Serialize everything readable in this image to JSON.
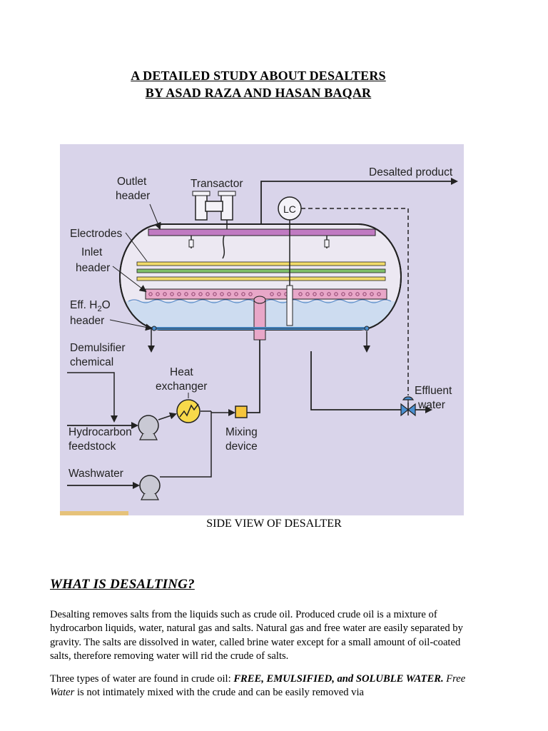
{
  "document": {
    "title_line1": "A DETAILED STUDY ABOUT DESALTERS",
    "title_line2": "BY ASAD RAZA AND HASAN BAQAR",
    "figure_caption": "SIDE VIEW OF DESALTER",
    "section_heading": "WHAT IS DESALTING?",
    "paragraph1": "Desalting removes salts from the liquids such as crude oil. Produced crude oil is a mixture of hydrocarbon liquids, water, natural gas and salts. Natural gas and free water are easily separated by gravity. The salts are dissolved in water, called brine water except for a small amount   of oil-coated salts, therefore removing water will rid the crude of salts.",
    "paragraph2": {
      "intro": "Three types of water are found in crude oil: ",
      "types": "FREE, EMULSIFIED, and SOLUBLE WATER.",
      "free_water_label": "Free Water",
      "rest": " is not intimately mixed with the crude and can be easily removed via"
    }
  },
  "diagram": {
    "labels": {
      "outlet_header_1": "Outlet",
      "outlet_header_2": "header",
      "transactor": "Transactor",
      "desalted_product": "Desalted product",
      "lc": "LC",
      "electrodes": "Electrodes",
      "inlet_header_1": "Inlet",
      "inlet_header_2": "header",
      "eff_h2o_1": "Eff. H",
      "eff_h2o_sub": "2",
      "eff_h2o_o": "O",
      "eff_h2o_2": "header",
      "demulsifier_1": "Demulsifier",
      "demulsifier_2": "chemical",
      "heat_exchanger_1": "Heat",
      "heat_exchanger_2": "exchanger",
      "effluent_1": "Effluent",
      "effluent_2": "water",
      "hydrocarbon_1": "Hydrocarbon",
      "hydrocarbon_2": "feedstock",
      "mixing_1": "Mixing",
      "mixing_2": "device",
      "washwater": "Washwater"
    },
    "colors": {
      "background": "#d9d4ea",
      "oil": "#ece8f2",
      "water": "#cddcf0",
      "outlet_header": "#c07ac2",
      "inlet_header": "#e8a7c8",
      "electrode_yellow": "#f2dc6a",
      "electrode_green": "#7fbf6a",
      "mixing_device": "#f5c53c",
      "heat_exchanger": "#f7d94a",
      "effluent_pipe": "#4a8fd0"
    }
  }
}
